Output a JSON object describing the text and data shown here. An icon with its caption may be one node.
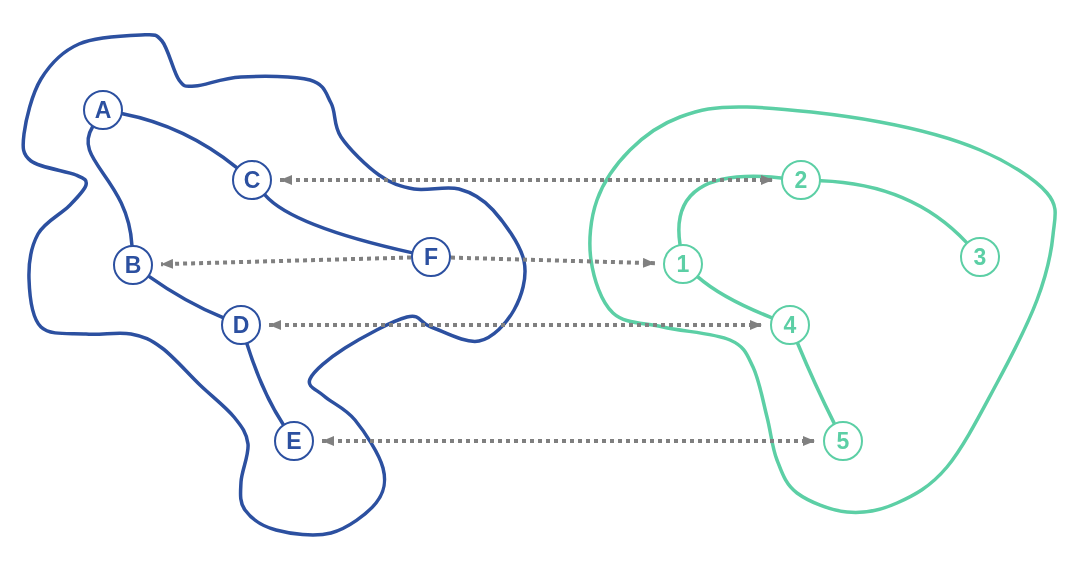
{
  "diagram": {
    "nodes": [
      {
        "text": [],
        "shape": "blob"
      },
      {
        "text": [
          "A"
        ],
        "in": 0
      },
      {
        "text": [
          "C"
        ],
        "in": 0
      },
      {
        "text": [
          "B"
        ],
        "in": 0
      },
      {
        "text": [
          "F"
        ],
        "in": 0
      },
      {
        "text": [
          "D"
        ],
        "in": 0
      },
      {
        "text": [
          "E"
        ],
        "in": 0
      },
      {
        "text": [],
        "shape": "blob"
      },
      {
        "text": [
          "2"
        ],
        "in": 7
      },
      {
        "text": [
          "1"
        ],
        "in": 7
      },
      {
        "text": [
          "3"
        ],
        "in": 7
      },
      {
        "text": [
          "4"
        ],
        "in": 7
      },
      {
        "text": [
          "5"
        ],
        "in": 7
      }
    ],
    "edges": [
      {
        "from": 1,
        "to": 2,
        "arrow": "none"
      },
      {
        "from": 1,
        "to": 3,
        "arrow": "none"
      },
      {
        "from": 2,
        "to": 4,
        "arrow": "none"
      },
      {
        "from": 3,
        "to": 5,
        "arrow": "none"
      },
      {
        "from": 5,
        "to": 6,
        "arrow": "none"
      },
      {
        "from": 9,
        "to": 8,
        "arrow": "none",
        "color": "#5ccfa5"
      },
      {
        "from": 8,
        "to": 10,
        "arrow": "none",
        "color": "#5ccfa5"
      },
      {
        "from": 9,
        "to": 11,
        "arrow": "none",
        "color": "#5ccfa5"
      },
      {
        "from": 11,
        "to": 12,
        "arrow": "none",
        "color": "#5ccfa5"
      },
      {
        "from": 2,
        "to": 8,
        "arrow": "both",
        "style": "dashed",
        "color": "#808080"
      },
      {
        "from": 4,
        "to": 3,
        "arrow": "to",
        "style": "dashed",
        "color": "#808080"
      },
      {
        "from": 4,
        "to": 9,
        "arrow": "to",
        "style": "dashed",
        "color": "#808080"
      },
      {
        "from": 5,
        "to": 11,
        "arrow": "both",
        "style": "dashed",
        "color": "#808080"
      },
      {
        "from": 6,
        "to": 12,
        "arrow": "both",
        "style": "dashed",
        "color": "#808080"
      }
    ]
  }
}
